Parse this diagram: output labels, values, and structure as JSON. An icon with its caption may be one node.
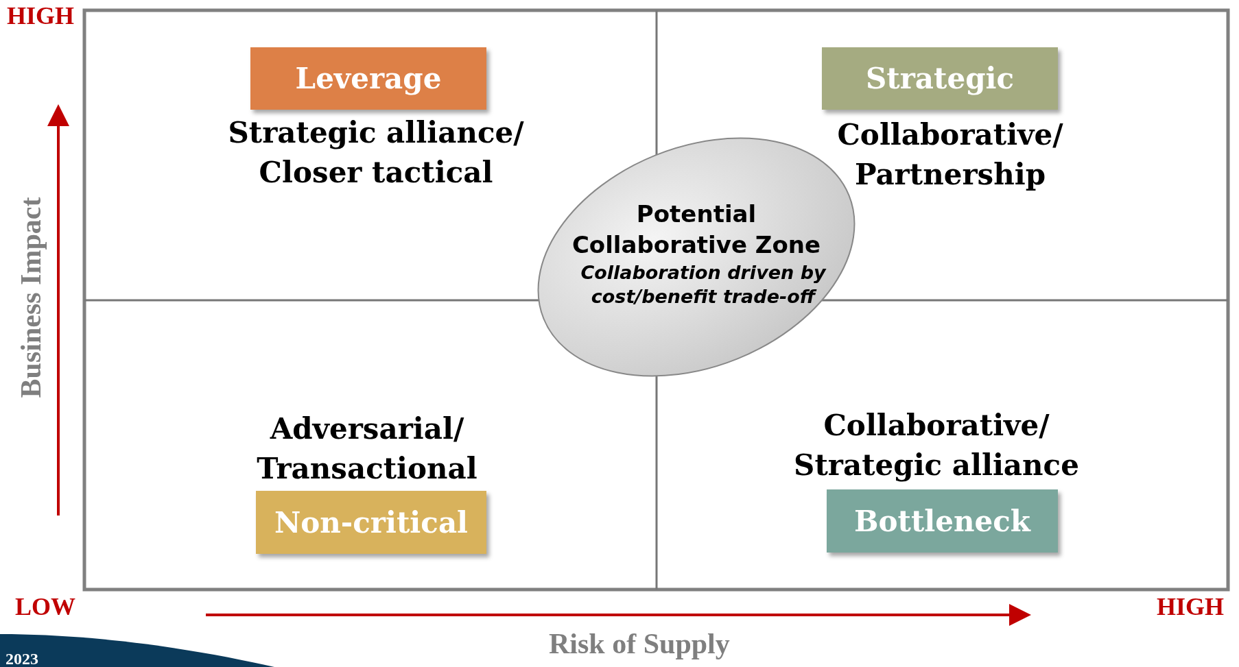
{
  "diagram": {
    "nodes": [
      {
        "text": [
          "Leverage"
        ],
        "beside": [
          "Strategic alliance/ Closer tactical"
        ]
      },
      {
        "text": [
          "Strategic"
        ],
        "beside": [
          "Collaborative/ Partnership"
        ]
      },
      {
        "text": [
          "Potential Collaborative Zone",
          "Collaboration driven by cost/benefit trade-off"
        ]
      },
      {
        "text": [
          "Non-critical"
        ],
        "beside": [
          "Adversarial/ Transactional"
        ]
      },
      {
        "text": [
          "Bottleneck"
        ],
        "beside": [
          "Collaborative/ Strategic alliance"
        ]
      }
    ],
    "edges": [],
    "labels": [
      "HIGH",
      "Business Impact",
      "LOW",
      "HIGH",
      "Risk of Supply",
      "2023"
    ]
  }
}
